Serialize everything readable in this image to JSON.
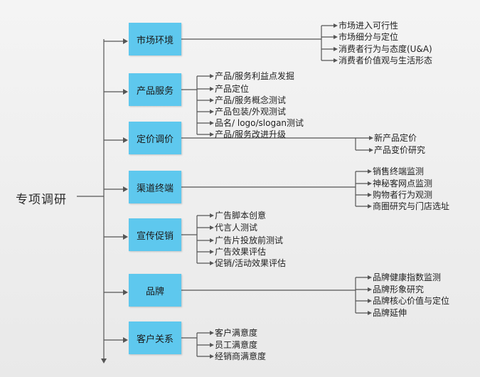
{
  "root": {
    "label": "专项调研"
  },
  "categories": [
    {
      "label": "市场环境",
      "items": [
        "市场进入可行性",
        "市场细分与定位",
        "消费者行为与态度(U&A)",
        "消费者价值观与生活形态"
      ]
    },
    {
      "label": "产品服务",
      "items": [
        "产品/服务利益点发掘",
        "产品定位",
        "产品/服务概念测试",
        "产品包装/外观测试",
        "品名/ logo/slogan测试",
        "产品/服务改进升级"
      ]
    },
    {
      "label": "定价调价",
      "items": [
        "新产品定价",
        "产品变价研究"
      ]
    },
    {
      "label": "渠道终端",
      "items": [
        "销售终端监测",
        "神秘客网点监测",
        "购物者行为观测",
        "商圈研究与门店选址"
      ]
    },
    {
      "label": "宣传促销",
      "items": [
        "广告脚本创意",
        "代言人测试",
        "广告片投放前测试",
        "广告效果评估",
        "促销/活动效果评估"
      ]
    },
    {
      "label": "品牌",
      "items": [
        "品牌健康指数监测",
        "品牌形象研究",
        "品牌核心价值与定位",
        "品牌延伸"
      ]
    },
    {
      "label": "客户关系",
      "items": [
        "客户满意度",
        "员工满意度",
        "经销商满意度"
      ]
    }
  ]
}
